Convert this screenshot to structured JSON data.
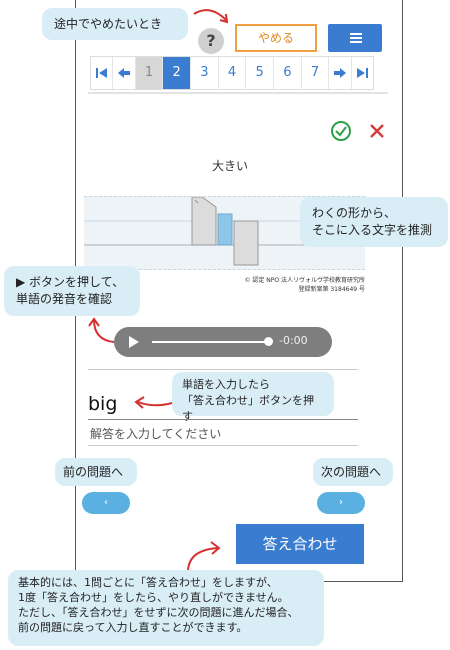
{
  "callouts": {
    "quit_tip": "途中でやめたいとき",
    "shape_tip": [
      "わくの形から、",
      "そこに入る文字を推測"
    ],
    "play_tip": [
      "▶ ボタンを押して、",
      "単語の発音を確認"
    ],
    "input_tip": [
      "単語を入力したら",
      "「答え合わせ」ボタンを押す"
    ],
    "prev_tip": "前の問題へ",
    "next_tip": "次の問題へ",
    "footer_tip": [
      "基本的には、1問ごとに「答え合わせ」をしますが、",
      "1度「答え合わせ」をしたら、やり直しができません。",
      "ただし、「答え合わせ」をせずに次の問題に進んだ場合、",
      "前の問題に戻って入力し直すことができます。"
    ]
  },
  "toolbar": {
    "help_label": "?",
    "quit_label": "やめる"
  },
  "pager": {
    "pages": [
      "1",
      "2",
      "3",
      "4",
      "5",
      "6",
      "7"
    ],
    "current": "2"
  },
  "question": {
    "prompt": "大きい"
  },
  "copyright": [
    "© 認定 NPO 法人リヴォルヴ学校教育研究所",
    "登録新案第 3184649 号"
  ],
  "audio": {
    "time": "-0:00"
  },
  "answer": {
    "value": "big",
    "placeholder": "解答を入力してください"
  },
  "nav": {
    "prev": "‹",
    "next": "›"
  },
  "submit_label": "答え合わせ",
  "colors": {
    "accent": "#3a7dd0",
    "quit_border": "#f0a040",
    "correct": "#2e9e4a",
    "wrong": "#d83a3a",
    "callout_bg": "#d9edf7"
  }
}
